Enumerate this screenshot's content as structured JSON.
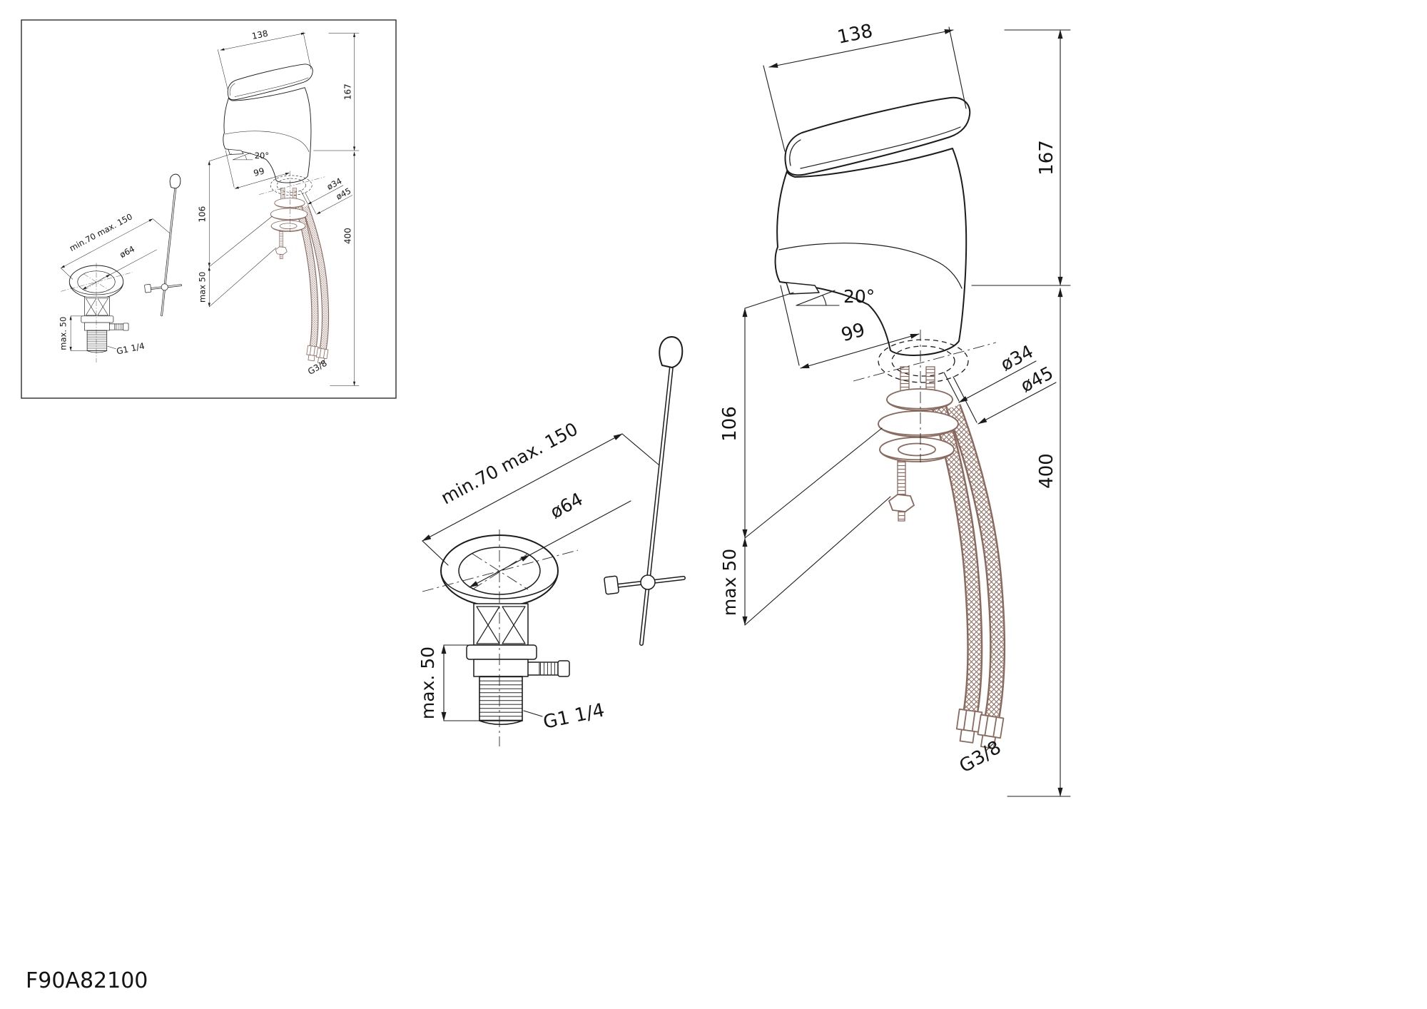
{
  "product_code": "F90A82100",
  "labels": {
    "faucet": {
      "spout_width": "138",
      "total_height": "167",
      "spout_angle": "20°",
      "spout_reach": "99",
      "base_dia_inner": "ø34",
      "base_dia_outer": "ø45",
      "outlet_height": "106",
      "deck_max": "max 50",
      "hose_length": "400",
      "hose_thread": "G3/8"
    },
    "drain": {
      "rod_range": "min.70 max. 150",
      "flange_dia": "ø64",
      "deck_max": "max. 50",
      "thread": "G1 1/4"
    }
  },
  "colors": {
    "background": "#ffffff",
    "ink": "#1c1c1c",
    "hardware_tint": "#8a6a5e"
  }
}
